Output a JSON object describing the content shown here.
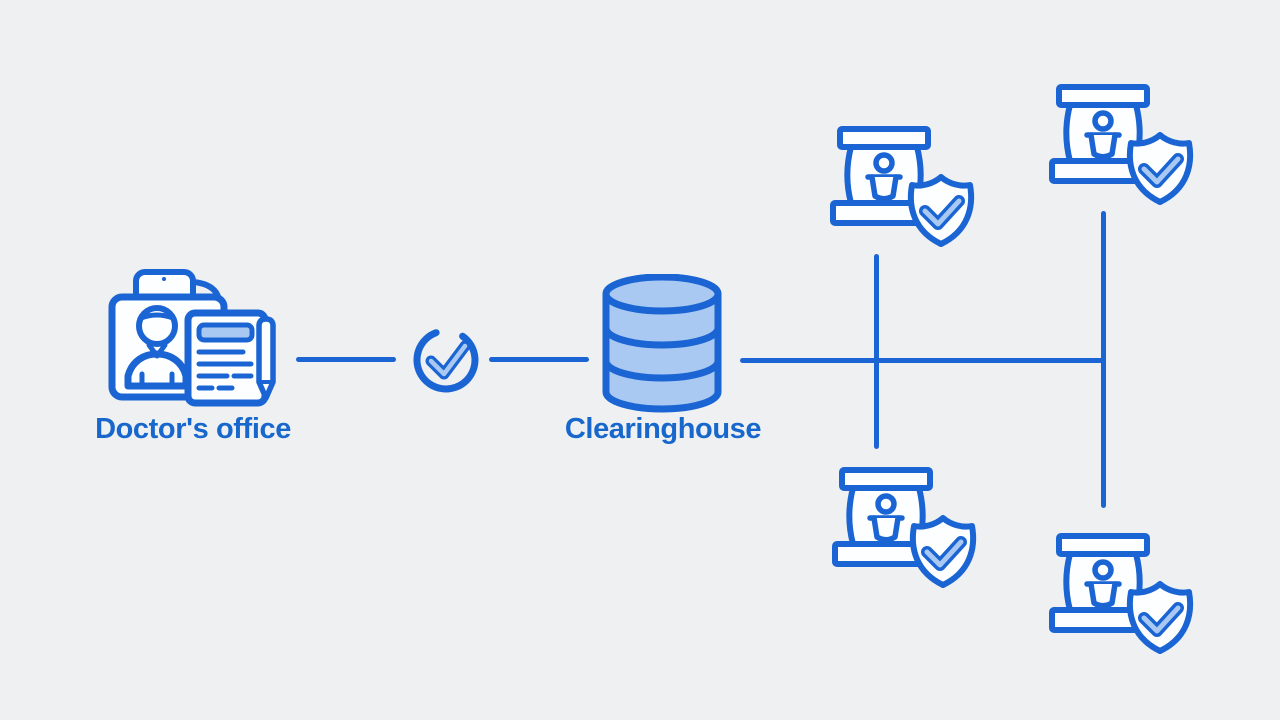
{
  "diagram": {
    "background_color": "#eef0f2",
    "stroke_color": "#1a65d3",
    "fill_light_color": "#a9c9f2",
    "fill_white_color": "#fdfeff",
    "label_color": "#1767cd",
    "doctor_office": {
      "label": "Doctor's office",
      "icon": "doctor-with-chart-icon"
    },
    "verification": {
      "icon": "check-circle-icon"
    },
    "clearinghouse": {
      "label": "Clearinghouse",
      "icon": "database-icon"
    },
    "payers": [
      {
        "icon": "insurer-building-shield-check-icon",
        "position": "upper-inner"
      },
      {
        "icon": "insurer-building-shield-check-icon",
        "position": "upper-outer"
      },
      {
        "icon": "insurer-building-shield-check-icon",
        "position": "lower-inner"
      },
      {
        "icon": "insurer-building-shield-check-icon",
        "position": "lower-outer"
      }
    ]
  }
}
